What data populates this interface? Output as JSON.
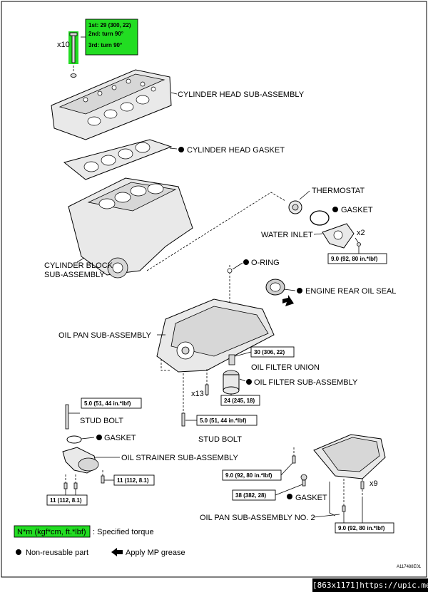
{
  "top_torque": {
    "line1": "1st: 29 (300, 22)",
    "line2": "2nd: turn 90°",
    "line3": "3rd: turn 90°"
  },
  "qty": {
    "head_bolts": "x10",
    "water_inlet": "x2",
    "bolts_13": "x13",
    "pan2_bolts": "x9"
  },
  "labels": {
    "cylinder_head": "CYLINDER HEAD SUB-ASSEMBLY",
    "head_gasket": "CYLINDER HEAD GASKET",
    "thermostat": "THERMOSTAT",
    "gasket_thermo": "GASKET",
    "water_inlet": "WATER INLET",
    "cylinder_block_1": "CYLINDER BLOCK",
    "cylinder_block_2": "SUB-ASSEMBLY",
    "o_ring": "O-RING",
    "rear_oil_seal": "ENGINE REAR OIL SEAL",
    "oil_pan": "OIL PAN SUB-ASSEMBLY",
    "oil_filter_union": "OIL FILTER UNION",
    "oil_filter": "OIL FILTER SUB-ASSEMBLY",
    "stud_bolt_left": "STUD BOLT",
    "stud_bolt_center": "STUD BOLT",
    "gasket_strainer": "GASKET",
    "oil_strainer": "OIL STRAINER SUB-ASSEMBLY",
    "gasket_pan2": "GASKET",
    "oil_pan_2": "OIL PAN SUB-ASSEMBLY NO. 2"
  },
  "torque_values": {
    "water_inlet": "9.0 (92, 80 in.*lbf)",
    "oil_filter_union": "30 (306, 22)",
    "oil_filter": "24 (245, 18)",
    "stud_left": "5.0 (51, 44 in.*lbf)",
    "stud_center": "5.0 (51, 44 in.*lbf)",
    "strainer_right": "11 (112, 8.1)",
    "strainer_left": "11 (112, 8.1)",
    "pan2_upper": "9.0 (92, 80 in.*lbf)",
    "pan2_drain": "38 (382, 28)",
    "pan2_lower": "9.0 (92, 80 in.*lbf)"
  },
  "legend": {
    "torque_unit": "N*m (kgf*cm, ft.*lbf)",
    "torque_desc": ": Specified torque",
    "nonreusable": "Non-reusable part",
    "grease": "Apply MP grease"
  },
  "figure_id": "A117488E01",
  "watermark": "[863x1171]https://upic.me/",
  "colors": {
    "torque_box": "#22dd22",
    "line": "#000000",
    "part_fill": "#e9e9e9"
  }
}
